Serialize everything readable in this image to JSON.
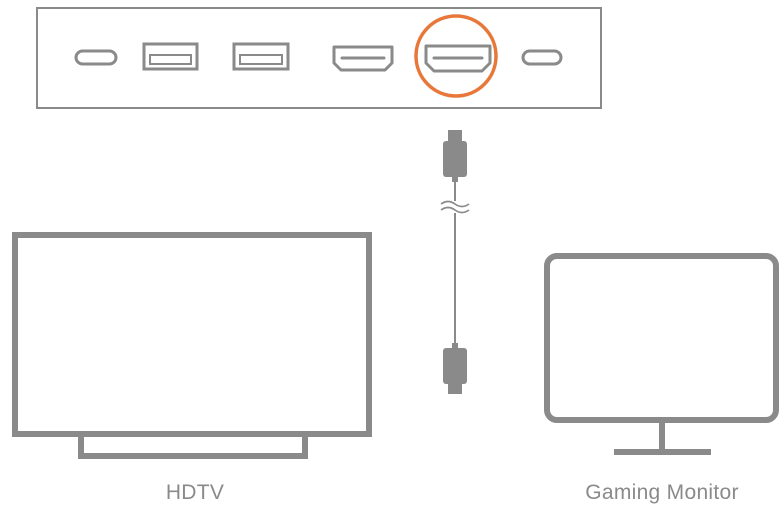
{
  "devices": {
    "tv_label": "HDTV",
    "monitor_label": "Gaming Monitor"
  },
  "dock": {
    "ports": [
      {
        "type": "usb-c",
        "highlighted": false
      },
      {
        "type": "usb-a",
        "highlighted": false
      },
      {
        "type": "usb-a",
        "highlighted": false
      },
      {
        "type": "hdmi",
        "highlighted": false
      },
      {
        "type": "hdmi",
        "highlighted": true
      },
      {
        "type": "usb-c",
        "highlighted": false
      }
    ]
  },
  "colors": {
    "line": "#8a8a8a",
    "highlight": "#e8783a",
    "text": "#8a8a8a"
  }
}
